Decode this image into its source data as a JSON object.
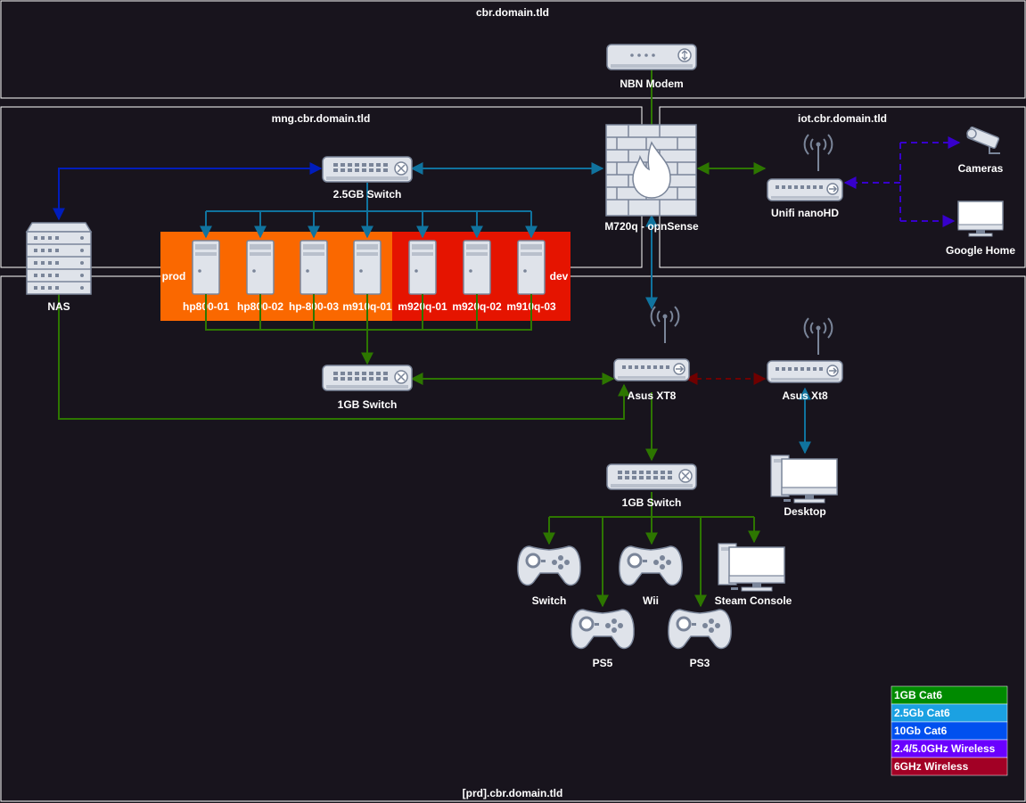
{
  "zones": {
    "top": "cbr.domain.tld",
    "mng": "mng.cbr.domain.tld",
    "iot": "iot.cbr.domain.tld",
    "prd": "[prd].cbr.domain.tld"
  },
  "groups": {
    "prod": "prod",
    "dev": "dev"
  },
  "devices": {
    "modem": "NBN Modem",
    "firewall": "M720q - opnSense",
    "switch25": "2.5GB Switch",
    "nas": "NAS",
    "unifi": "Unifi nanoHD",
    "cameras": "Cameras",
    "google_home": "Google Home",
    "switch1": "1GB Switch",
    "asus1": "Asus XT8",
    "asus2": "Asus Xt8",
    "desktop": "Desktop",
    "switch1b": "1GB Switch",
    "switch_console": "Switch",
    "wii": "Wii",
    "steam": "Steam Console",
    "ps5": "PS5",
    "ps3": "PS3"
  },
  "servers": [
    "hp800-01",
    "hp800-02",
    "hp-800-03",
    "m910q-01",
    "m920q-01",
    "m920q-02",
    "m910q-03"
  ],
  "legend": [
    {
      "label": "1GB Cat6",
      "color": "#008a00"
    },
    {
      "label": "2.5Gb Cat6",
      "color": "#1ba1e2"
    },
    {
      "label": "10Gb Cat6",
      "color": "#0050ef"
    },
    {
      "label": "2.4/5.0GHz Wireless",
      "color": "#6a00ff"
    },
    {
      "label": "6GHz Wireless",
      "color": "#a20025"
    }
  ],
  "colors": {
    "background": "#18141d",
    "prod": "#fa6800",
    "dev": "#e51400",
    "green_link": "#2d7600",
    "blue_link": "#10739e",
    "navy_link": "#001dbc",
    "purple_link": "#3700cc",
    "red_link": "#6f0000",
    "device": "#dfe3ea"
  }
}
